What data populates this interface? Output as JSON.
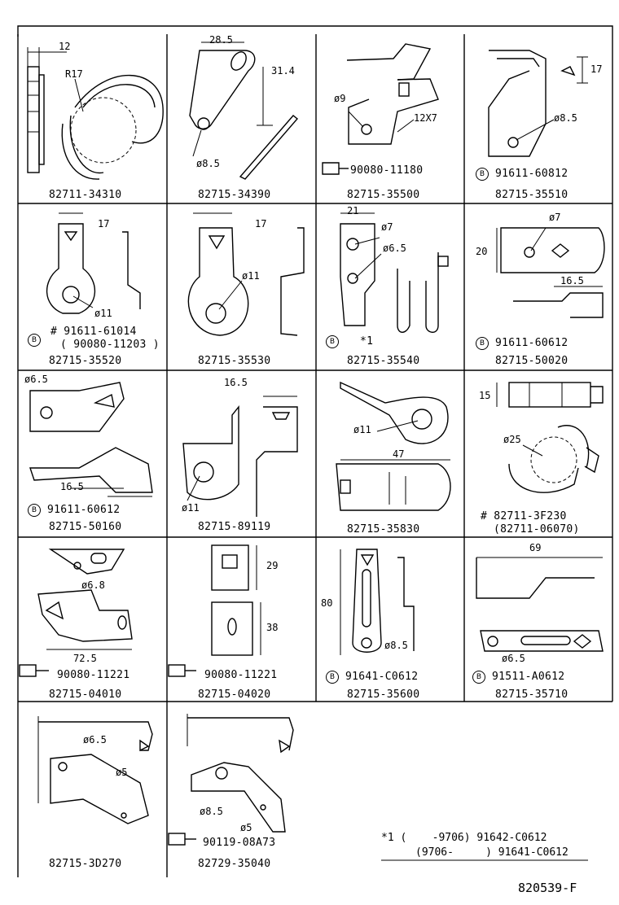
{
  "figure_code": "820539-F",
  "cells": [
    {
      "part": "82711-34310",
      "dims": [
        "12",
        "R17"
      ],
      "sub": []
    },
    {
      "part": "82715-34390",
      "dims": [
        "28.5",
        "31.4",
        "ø8.5"
      ],
      "sub": []
    },
    {
      "part": "82715-35500",
      "dims": [
        "ø9",
        "12X7"
      ],
      "sub": [
        "90080-11180"
      ]
    },
    {
      "part": "82715-35510",
      "dims": [
        "17",
        "ø8.5"
      ],
      "sub": [
        "B",
        "91611-60812"
      ]
    },
    {
      "part": "82715-35520",
      "dims": [
        "17",
        "ø11"
      ],
      "sub": [
        "B",
        "# 91611-61014",
        "( 90080-11203 )"
      ]
    },
    {
      "part": "82715-35530",
      "dims": [
        "17",
        "ø11"
      ],
      "sub": []
    },
    {
      "part": "82715-35540",
      "dims": [
        "21",
        "ø7",
        "ø6.5"
      ],
      "sub": [
        "B",
        "*1"
      ]
    },
    {
      "part": "82715-50020",
      "dims": [
        "ø7",
        "20",
        "16.5"
      ],
      "sub": [
        "B",
        "91611-60612"
      ]
    },
    {
      "part": "82715-50160",
      "dims": [
        "ø6.5",
        "16.5"
      ],
      "sub": [
        "B",
        "91611-60612"
      ]
    },
    {
      "part": "82715-89119",
      "dims": [
        "16.5",
        "ø11"
      ],
      "sub": []
    },
    {
      "part": "82715-35830",
      "dims": [
        "ø11",
        "47"
      ],
      "sub": []
    },
    {
      "part": "# 82711-3F230",
      "dims": [
        "15",
        "ø25"
      ],
      "sub": [
        "(82711-06070)"
      ]
    },
    {
      "part": "82715-04010",
      "dims": [
        "ø6.8",
        "72.5"
      ],
      "sub": [
        "90080-11221"
      ]
    },
    {
      "part": "82715-04020",
      "dims": [
        "29",
        "38"
      ],
      "sub": [
        "90080-11221"
      ]
    },
    {
      "part": "82715-35600",
      "dims": [
        "80",
        "ø8.5"
      ],
      "sub": [
        "B",
        "91641-C0612"
      ]
    },
    {
      "part": "82715-35710",
      "dims": [
        "69",
        "ø6.5"
      ],
      "sub": [
        "B",
        "91511-A0612"
      ]
    },
    {
      "part": "82715-3D270",
      "dims": [
        "ø6.5",
        "ø5"
      ],
      "sub": []
    },
    {
      "part": "82729-35040",
      "dims": [
        "ø8.5",
        "ø5"
      ],
      "sub": [
        "90119-08A73"
      ]
    }
  ],
  "footnote": {
    "line1": "*1 (    -9706) 91642-C0612",
    "line2": "(9706-     ) 91641-C0612"
  }
}
